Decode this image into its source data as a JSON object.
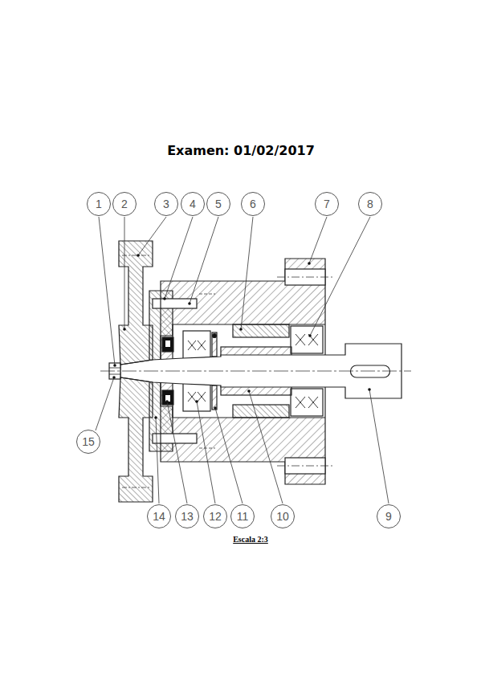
{
  "diagram": {
    "title": "Examen: 01/02/2017",
    "caption": "Escala 2:3",
    "nodes": [
      {
        "text": [
          "1"
        ]
      },
      {
        "text": [
          "2"
        ]
      },
      {
        "text": [
          "3"
        ]
      },
      {
        "text": [
          "4"
        ]
      },
      {
        "text": [
          "5"
        ]
      },
      {
        "text": [
          "6"
        ]
      },
      {
        "text": [
          "7"
        ]
      },
      {
        "text": [
          "8"
        ]
      },
      {
        "text": [
          "15"
        ]
      },
      {
        "text": [
          "14"
        ]
      },
      {
        "text": [
          "13"
        ]
      },
      {
        "text": [
          "12"
        ]
      },
      {
        "text": [
          "11"
        ]
      },
      {
        "text": [
          "10"
        ]
      },
      {
        "text": [
          "9"
        ]
      }
    ]
  }
}
